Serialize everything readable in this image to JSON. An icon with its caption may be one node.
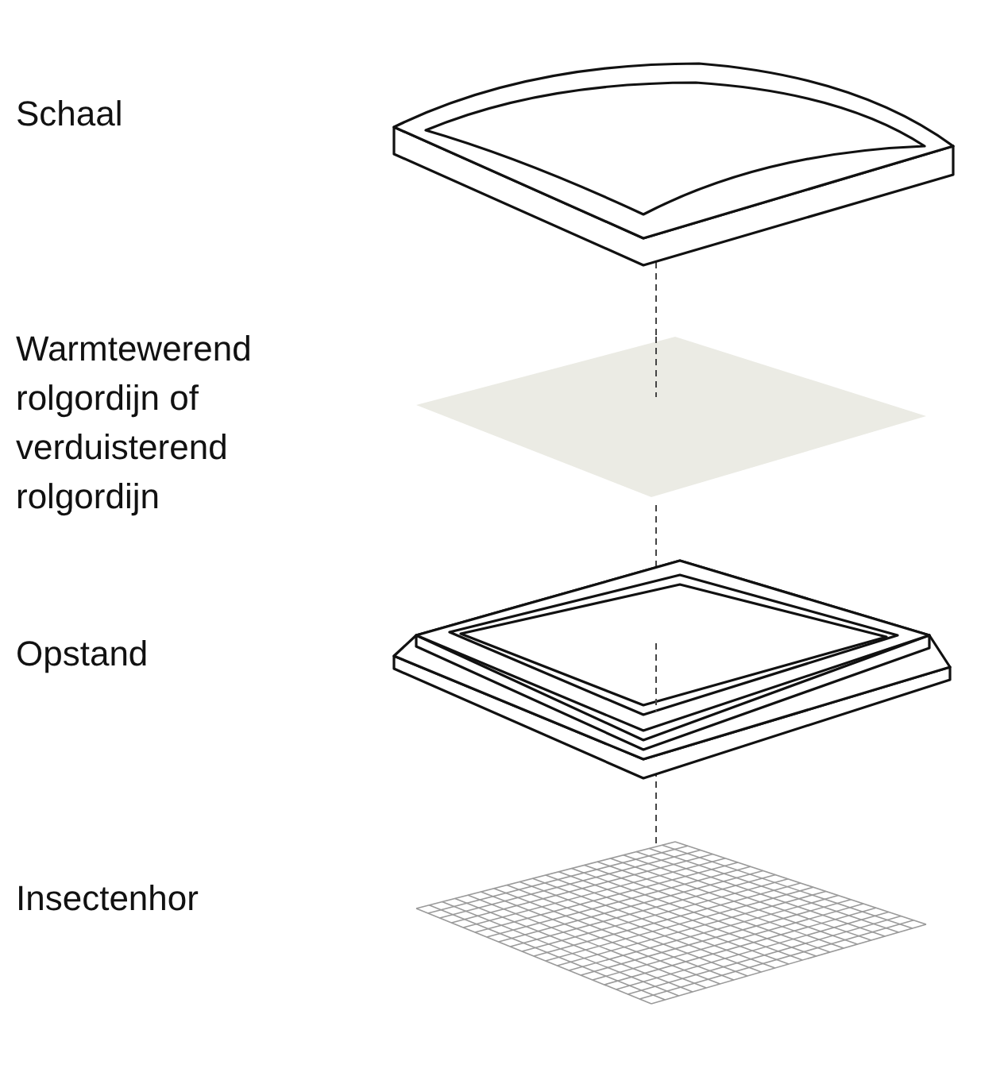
{
  "diagram": {
    "labels": [
      "Schaal",
      "Warmtewerend rolgordijn of verduisterend rolgordijn",
      "Opstand",
      "Insectenhor"
    ]
  }
}
